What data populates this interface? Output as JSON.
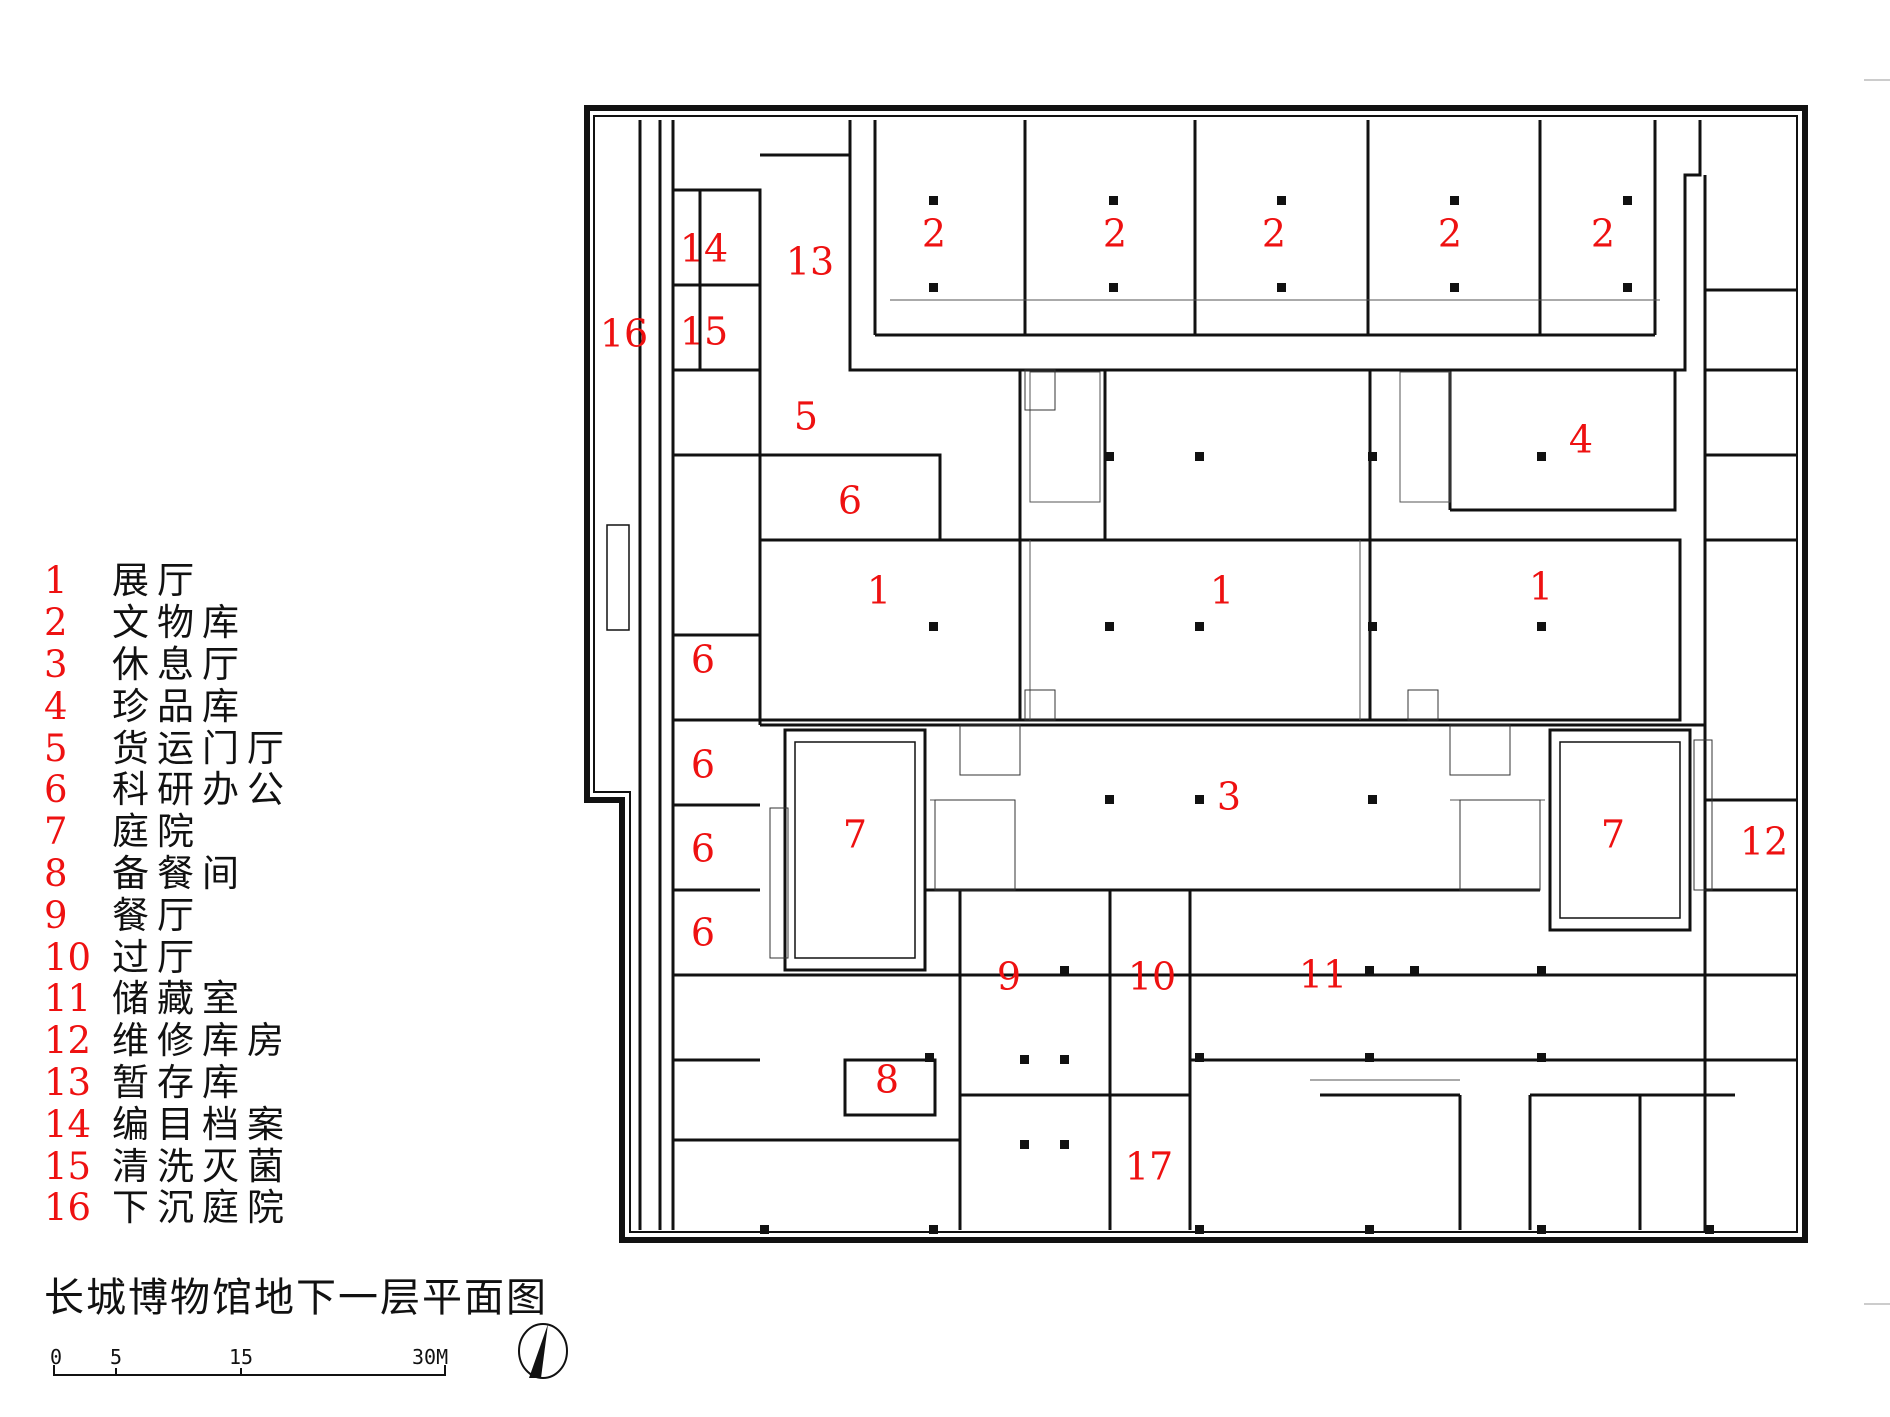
{
  "legend": [
    {
      "num": "1",
      "name": "展厅"
    },
    {
      "num": "2",
      "name": "文物库"
    },
    {
      "num": "3",
      "name": "休息厅"
    },
    {
      "num": "4",
      "name": "珍品库"
    },
    {
      "num": "5",
      "name": "货运门厅"
    },
    {
      "num": "6",
      "name": "科研办公"
    },
    {
      "num": "7",
      "name": "庭院"
    },
    {
      "num": "8",
      "name": "备餐间"
    },
    {
      "num": "9",
      "name": "餐厅"
    },
    {
      "num": "10",
      "name": "过厅"
    },
    {
      "num": "11",
      "name": "储藏室"
    },
    {
      "num": "12",
      "name": "维修库房"
    },
    {
      "num": "13",
      "name": "暂存库"
    },
    {
      "num": "14",
      "name": "编目档案"
    },
    {
      "num": "15",
      "name": "清洗灭菌"
    },
    {
      "num": "16",
      "name": "下沉庭院"
    }
  ],
  "title": "长城博物馆地下一层平面图",
  "scale": {
    "labels": [
      "0",
      "5",
      "15",
      "30M"
    ]
  },
  "rooms": {
    "r2a": "2",
    "r2b": "2",
    "r2c": "2",
    "r2d": "2",
    "r2e": "2",
    "r13": "13",
    "r14": "14",
    "r15": "15",
    "r16": "16",
    "r5": "5",
    "r4": "4",
    "r6top": "6",
    "r1a": "1",
    "r1b": "1",
    "r1c": "1",
    "r6a": "6",
    "r6b": "6",
    "r6c": "6",
    "r6d": "6",
    "r3": "3",
    "r7a": "7",
    "r7b": "7",
    "r12": "12",
    "r9": "9",
    "r10": "10",
    "r11": "11",
    "r8": "8",
    "r17": "17"
  },
  "colors": {
    "label": "#ee1111",
    "line": "#111111"
  }
}
